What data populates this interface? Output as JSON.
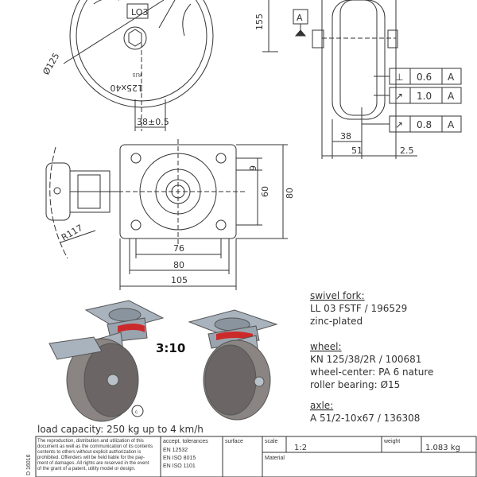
{
  "drawing": {
    "top_view": {
      "label_lo3": "LO3",
      "dim_155": "155",
      "dim_diam125": "Ø125",
      "wheel_text_1": "125x40",
      "wheel_text_2": "RJS",
      "dim_38_tol": "38±0.5"
    },
    "side_view": {
      "datum": "A",
      "tolerances": [
        {
          "symbol": "⊥",
          "value": "0.6",
          "datum": "A"
        },
        {
          "symbol": "↗",
          "value": "1.0",
          "datum": "A"
        },
        {
          "symbol": "↗",
          "value": "0.8",
          "datum": "A"
        }
      ],
      "dim_38": "38",
      "dim_51": "51",
      "dim_2_5": "2.5"
    },
    "plate_view": {
      "dim_9": "9",
      "dim_60": "60",
      "dim_80v": "80",
      "dim_r117": "R117",
      "dim_76": "76",
      "dim_80h": "80",
      "dim_105": "105"
    },
    "render_scale": "3:10",
    "copyright_mark": "c"
  },
  "specs": {
    "swivel_title": "swivel fork:",
    "swivel_line1": "LL 03 FSTF / 196529",
    "swivel_line2": "zinc-plated",
    "wheel_title": "wheel:",
    "wheel_line1": "KN 125/38/2R / 100681",
    "wheel_line2": "wheel-center: PA 6 nature",
    "wheel_line3": "roller bearing: Ø15",
    "axle_title": "axle:",
    "axle_line1": "A 51/2-10x67 / 136308",
    "load_capacity": "load capacity: 250 kg up to 4 km/h"
  },
  "title_block": {
    "legal": [
      "The reproduction, distribution and utilization of this",
      "document as well as the communication of its contents",
      "contents to others without explicit authorization is",
      "prohibited. Offenders will be held liable for the pay-",
      "ment of damages. All rights are reserved in the event",
      "of the grant of a patent, utility model or design."
    ],
    "tolerances_label": "accept. tolerances",
    "std1": "EN 12532",
    "std2": "EN ISO 8015",
    "std3": "EN ISO 1101",
    "surface_label": "surface",
    "scale_label": "scale",
    "scale_value": "1:2",
    "weight_label": "weight",
    "weight_value": "1.083 kg",
    "material_label": "Material",
    "side_code": "D 16016"
  },
  "colors": {
    "line": "#333333",
    "metal": "#a9b3bd",
    "metal_dark": "#6f7a84",
    "wheel_grey": "#8a8583",
    "wheel_dark": "#5d5857",
    "red": "#cc2a2a"
  }
}
